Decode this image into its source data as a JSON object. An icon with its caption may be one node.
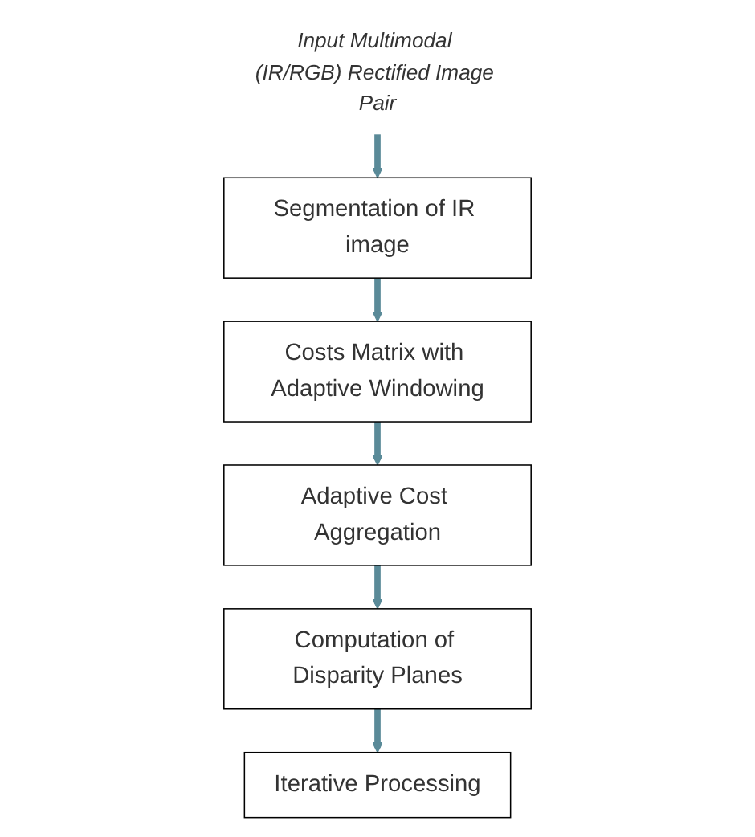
{
  "diagram": {
    "nodes": [
      {
        "text": [
          "Input Multimodal (IR/RGB) Rectified Image Pair"
        ]
      },
      {
        "text": [
          "Segmentation of IR image"
        ]
      },
      {
        "text": [
          "Costs Matrix with Adaptive Windowing"
        ]
      },
      {
        "text": [
          "Adaptive Cost Aggregation"
        ]
      },
      {
        "text": [
          "Computation of Disparity Planes"
        ]
      },
      {
        "text": [
          "Iterative Processing"
        ]
      }
    ],
    "edges": [
      {
        "from": 0,
        "to": 1,
        "arrow": "to"
      },
      {
        "from": 1,
        "to": 2,
        "arrow": "to"
      },
      {
        "from": 2,
        "to": 3,
        "arrow": "to"
      },
      {
        "from": 3,
        "to": 4,
        "arrow": "to"
      },
      {
        "from": 4,
        "to": 5,
        "arrow": "to"
      }
    ]
  }
}
